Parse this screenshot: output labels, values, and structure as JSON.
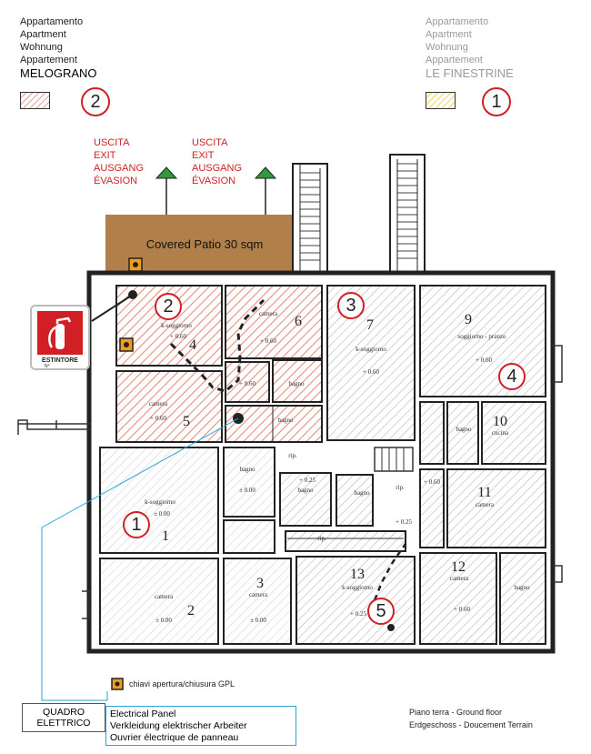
{
  "legend": {
    "left": {
      "lines": [
        "Appartamento",
        "Apartment",
        "Wohnung",
        "Appartement"
      ],
      "name": "MELOGRANO",
      "number": "2",
      "swatch_color": "#e58e7e"
    },
    "right": {
      "lines": [
        "Appartamento",
        "Apartment",
        "Wohnung",
        "Appartement"
      ],
      "name": "LE FINESTRINE",
      "number": "1",
      "swatch_color": "#f2e36b"
    }
  },
  "exits": [
    {
      "lines": [
        "USCITA",
        "EXIT",
        "AUSGANG",
        "ÉVASION"
      ]
    },
    {
      "lines": [
        "USCITA",
        "EXIT",
        "AUSGANG",
        "ÉVASION"
      ]
    }
  ],
  "patio": {
    "label": "Covered Patio 30 sqm",
    "color": "#b07f4a"
  },
  "extinguisher": {
    "label": "ESTINTORE",
    "sublabel": "N°"
  },
  "rooms": {
    "r6": {
      "label": "camera",
      "level": "+ 0.60",
      "number": "6"
    },
    "r2a": {
      "label": "k-soggiorno",
      "level": "+ 0.60",
      "number": "4"
    },
    "r5": {
      "label": "camera",
      "level": "+ 0.60",
      "number": "5"
    },
    "r_bagno_or": {
      "label": "bagno"
    },
    "r_bagno_or2": {
      "label": "bagno"
    },
    "r_060": {
      "label": "+ 0.60"
    },
    "r7": {
      "label": "k-soggiorno",
      "level": "+ 0.60",
      "number": "7"
    },
    "r9": {
      "label": "soggiorno - pranzo",
      "level": "+ 0.60",
      "number": "9"
    },
    "r10": {
      "label": "cucina",
      "number": "10"
    },
    "r10b": {
      "label": "bagno"
    },
    "r11": {
      "label": "camera",
      "number": "11"
    },
    "r_060b": {
      "label": "+ 0.60"
    },
    "r12": {
      "label": "camera",
      "level": "+ 0.60",
      "number": "12"
    },
    "r12b": {
      "label": "bagno"
    },
    "r13": {
      "label": "k-soggiorno",
      "level": "+ 0.25",
      "number": "13"
    },
    "r_025a": {
      "label": "+ 0.25"
    },
    "r_025b": {
      "label": "+ 0.25"
    },
    "r_bagno_c1": {
      "label": "bagno"
    },
    "r_bagno_c2": {
      "label": "bagno",
      "level": "± 0.00"
    },
    "r1": {
      "label": "k-soggiorno",
      "level": "± 0.00",
      "number": "1"
    },
    "r2": {
      "label": "camera",
      "level": "± 0.00",
      "number": "2"
    },
    "r3": {
      "label": "camera",
      "level": "± 0.00",
      "number": "3"
    },
    "rip1": {
      "label": "rip."
    },
    "rip2": {
      "label": "rip."
    },
    "rip3": {
      "label": "rip."
    }
  },
  "markers": [
    {
      "number": "2"
    },
    {
      "number": "3"
    },
    {
      "number": "4"
    },
    {
      "number": "1"
    },
    {
      "number": "5"
    }
  ],
  "gpl": {
    "label": "chiavi apertura/chiusura GPL"
  },
  "electrical": {
    "box_lines": [
      "QUADRO",
      "ELETTRICO"
    ],
    "desc_lines": [
      "Electrical Panel",
      "Verkleidung elektrischer Arbeiter",
      "Ouvrier électrique de panneau"
    ]
  },
  "floor_notes": [
    "Piano terra - Ground floor",
    "Erdgeschoss - Doucement Terrain"
  ],
  "colors": {
    "accent_red": "#d21f26",
    "exit_green": "#2e9b3a",
    "hatch_orange": "#e58e7e",
    "hatch_grey": "#9a9a9a",
    "cyan_line": "#2aa6d9"
  }
}
